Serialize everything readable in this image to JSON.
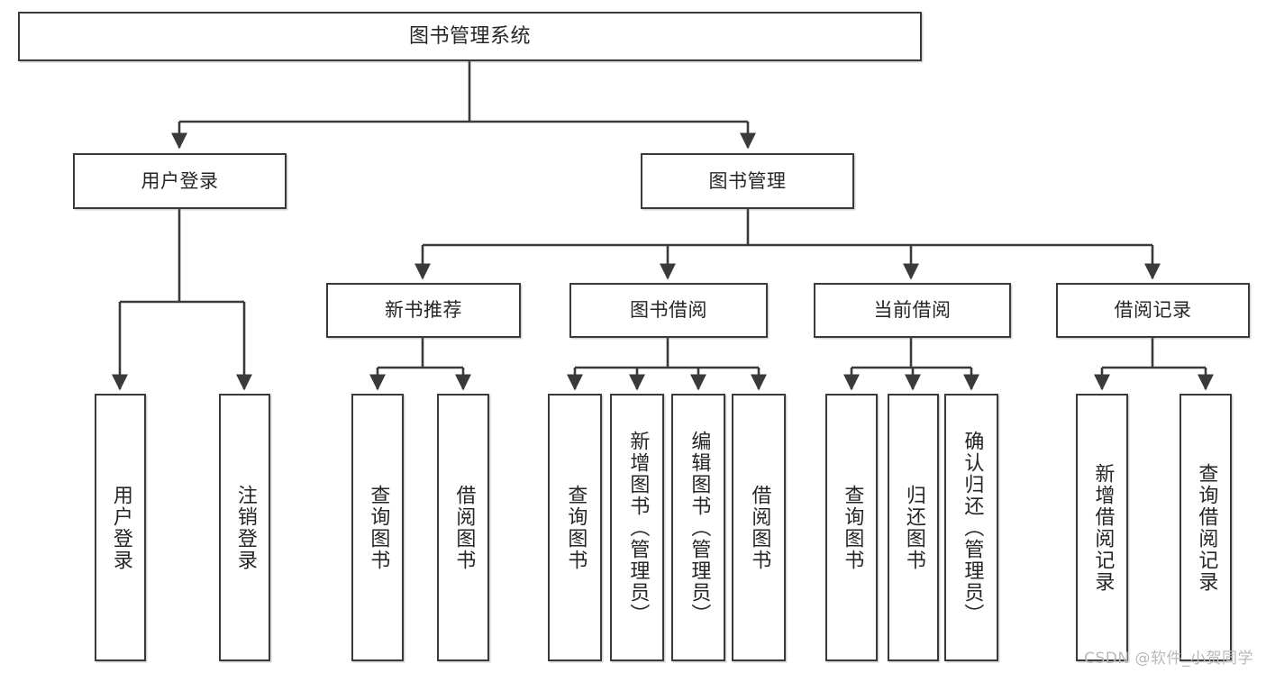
{
  "diagram": {
    "title": "图书管理系统",
    "watermark": "CSDN @软件_小贺同学",
    "accent_color": "#3a3a3a",
    "background_color": "#ffffff",
    "text_color": "#262626",
    "watermark_color": "#b9b9b9",
    "nodes": {
      "root": {
        "label": "图书管理系统"
      },
      "level1": [
        {
          "id": "user-login",
          "label": "用户登录"
        },
        {
          "id": "book-manage",
          "label": "图书管理"
        }
      ],
      "level2": [
        {
          "id": "new-book-recommend",
          "label": "新书推荐"
        },
        {
          "id": "book-borrow",
          "label": "图书借阅"
        },
        {
          "id": "current-borrow",
          "label": "当前借阅"
        },
        {
          "id": "borrow-record",
          "label": "借阅记录"
        }
      ],
      "leaves": {
        "user_login": [
          {
            "id": "leaf-user-login",
            "label": "用户登录"
          },
          {
            "id": "leaf-logout-login",
            "label": "注销登录"
          }
        ],
        "new_book_recommend": [
          {
            "id": "leaf-query-book-1",
            "label": "查询图书"
          },
          {
            "id": "leaf-borrow-book-1",
            "label": "借阅图书"
          }
        ],
        "book_borrow": [
          {
            "id": "leaf-query-book-2",
            "label": "查询图书"
          },
          {
            "id": "leaf-add-book",
            "label": "新增图书（管理员）"
          },
          {
            "id": "leaf-edit-book",
            "label": "编辑图书（管理员）"
          },
          {
            "id": "leaf-borrow-book-2",
            "label": "借阅图书"
          }
        ],
        "current_borrow": [
          {
            "id": "leaf-query-book-3",
            "label": "查询图书"
          },
          {
            "id": "leaf-return-book",
            "label": "归还图书"
          },
          {
            "id": "leaf-confirm-return",
            "label": "确认归还（管理员）"
          }
        ],
        "borrow_record": [
          {
            "id": "leaf-add-record",
            "label": "新增借阅记录"
          },
          {
            "id": "leaf-query-record",
            "label": "查询借阅记录"
          }
        ]
      }
    }
  }
}
